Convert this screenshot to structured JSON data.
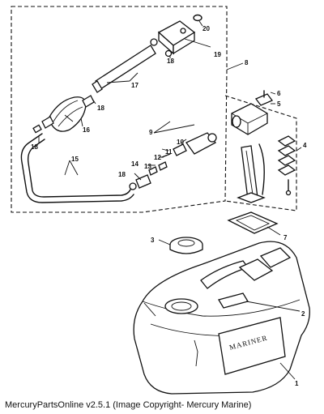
{
  "caption": "MercuryPartsOnline v2.5.1 (Image Copyright- Mercury Marine)",
  "tank": {
    "brand_label": "MARINER"
  },
  "callouts": [
    "1",
    "2",
    "3",
    "4",
    "5",
    "6",
    "7",
    "8",
    "9",
    "10",
    "11",
    "12",
    "13",
    "14",
    "15",
    "16",
    "17",
    "18",
    "19",
    "20"
  ],
  "colors": {
    "line": "#111111",
    "background": "#ffffff"
  }
}
